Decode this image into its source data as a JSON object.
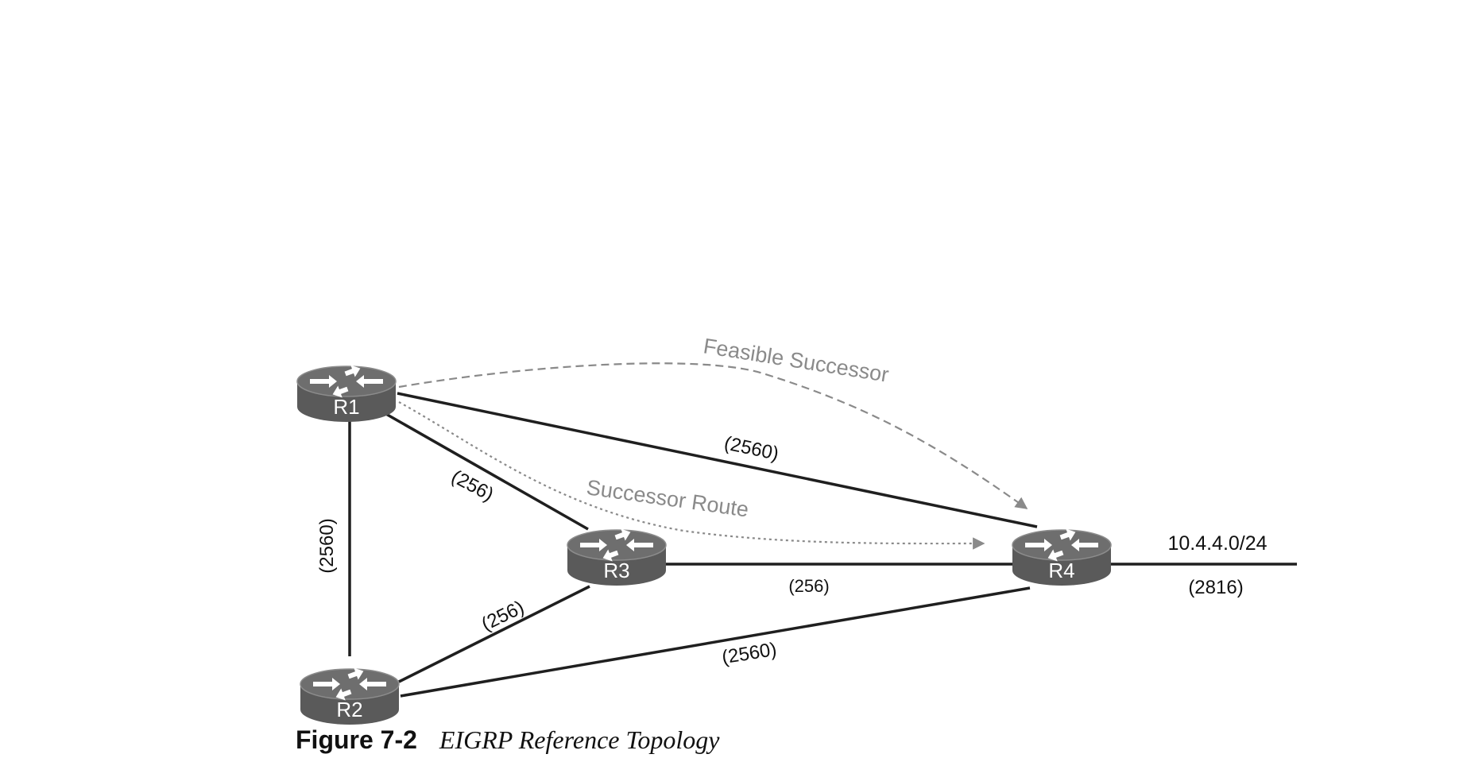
{
  "figure": {
    "number": "Figure 7-2",
    "title": "EIGRP Reference Topology"
  },
  "routers": [
    {
      "id": "r1",
      "label": "R1"
    },
    {
      "id": "r2",
      "label": "R2"
    },
    {
      "id": "r3",
      "label": "R3"
    },
    {
      "id": "r4",
      "label": "R4"
    }
  ],
  "links": [
    {
      "id": "r1-r2",
      "from": "R1",
      "to": "R2",
      "metric": "(2560)"
    },
    {
      "id": "r1-r3",
      "from": "R1",
      "to": "R3",
      "metric": "(256)"
    },
    {
      "id": "r1-r4",
      "from": "R1",
      "to": "R4",
      "metric": "(2560)"
    },
    {
      "id": "r2-r3",
      "from": "R2",
      "to": "R3",
      "metric": "(256)"
    },
    {
      "id": "r3-r4",
      "from": "R3",
      "to": "R4",
      "metric": "(256)"
    },
    {
      "id": "r2-r4",
      "from": "R2",
      "to": "R4",
      "metric": "(2560)"
    },
    {
      "id": "r4-net",
      "from": "R4",
      "to": "10.4.4.0/24",
      "metric": "(2816)"
    }
  ],
  "network": {
    "prefix": "10.4.4.0/24"
  },
  "paths": {
    "feasible_successor": "Feasible Successor",
    "successor_route": "Successor Route"
  },
  "colors": {
    "router_body": "#5f5f5f",
    "router_top": "#6d6d6d",
    "link": "#1f1f1f",
    "path_annotation": "#8a8a8a"
  }
}
